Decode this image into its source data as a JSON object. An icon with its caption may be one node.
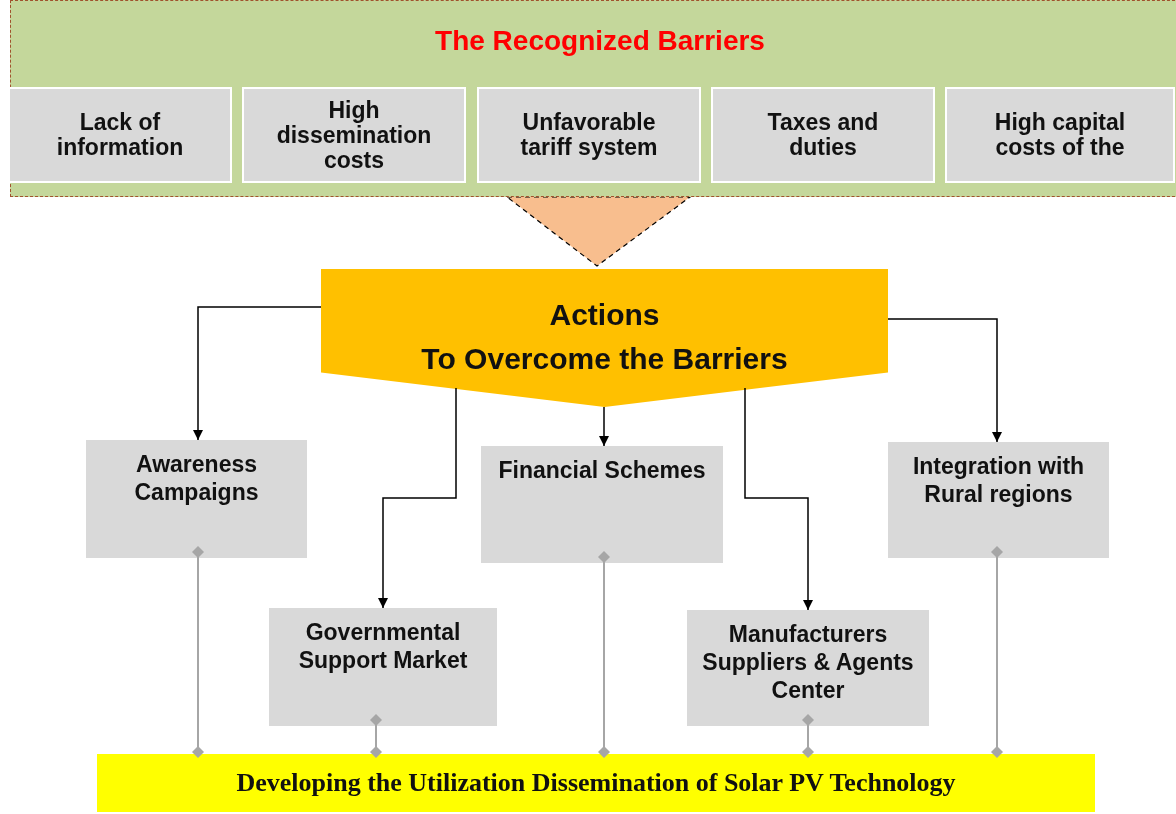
{
  "diagram": {
    "nodes": [
      {
        "text": [
          "The Recognized Barriers"
        ]
      },
      {
        "text": [
          "Lack of information"
        ],
        "in": 0
      },
      {
        "text": [
          "High dissemination costs"
        ],
        "in": 0
      },
      {
        "text": [
          "Unfavorable tariff system"
        ],
        "in": 0
      },
      {
        "text": [
          "Taxes and duties"
        ],
        "in": 0
      },
      {
        "text": [
          "High capital costs of the"
        ],
        "in": 0
      },
      {
        "text": [
          "Actions",
          "To Overcome the Barriers"
        ]
      },
      {
        "text": [
          "Awareness Campaigns"
        ]
      },
      {
        "text": [
          "Financial Schemes"
        ]
      },
      {
        "text": [
          "Integration with Rural regions"
        ]
      },
      {
        "text": [
          "Governmental Support Market"
        ]
      },
      {
        "text": [
          "Manufacturers Suppliers & Agents Center"
        ]
      },
      {
        "text": [
          "Developing the Utilization Dissemination of Solar PV Technology"
        ]
      }
    ],
    "edges": [
      {
        "from": 0,
        "to": 6,
        "arrow": "to",
        "style": "dashed",
        "color": "#f8be8e"
      },
      {
        "from": 6,
        "to": 7,
        "arrow": "to"
      },
      {
        "from": 6,
        "to": 10,
        "arrow": "to"
      },
      {
        "from": 6,
        "to": 8,
        "arrow": "to"
      },
      {
        "from": 6,
        "to": 11,
        "arrow": "to"
      },
      {
        "from": 6,
        "to": 9,
        "arrow": "to"
      },
      {
        "from": 7,
        "to": 12,
        "arrow": "other",
        "color": "#a6a6a6"
      },
      {
        "from": 10,
        "to": 12,
        "arrow": "other",
        "color": "#a6a6a6"
      },
      {
        "from": 8,
        "to": 12,
        "arrow": "other",
        "color": "#a6a6a6"
      },
      {
        "from": 11,
        "to": 12,
        "arrow": "other",
        "color": "#a6a6a6"
      },
      {
        "from": 9,
        "to": 12,
        "arrow": "other",
        "color": "#a6a6a6"
      }
    ]
  }
}
